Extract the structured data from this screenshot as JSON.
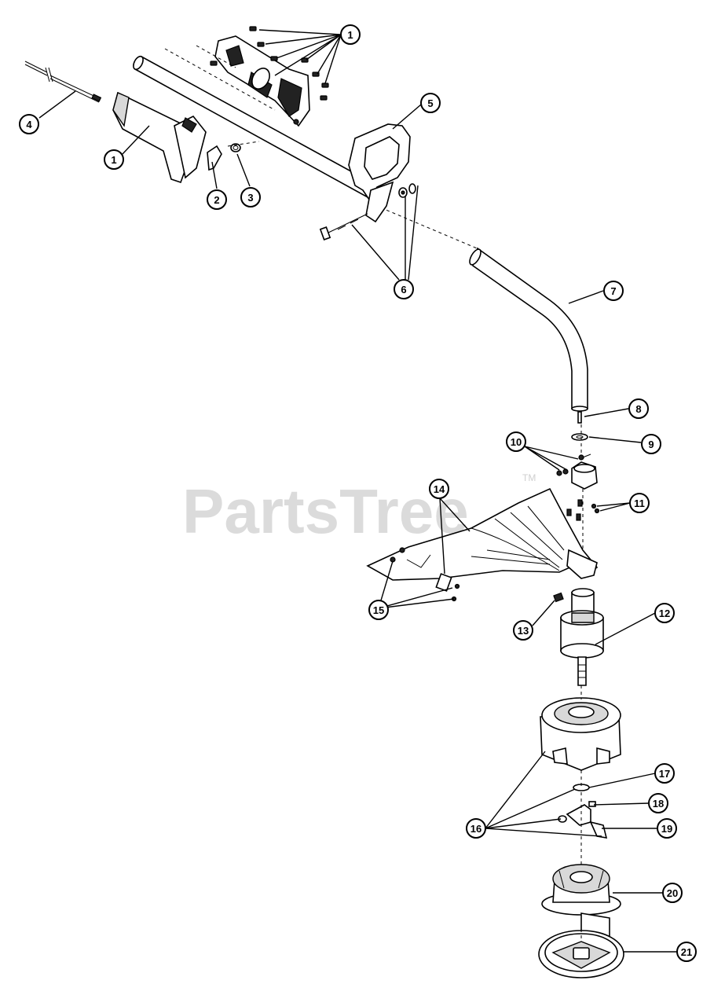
{
  "watermark": {
    "brand": "PartsTree",
    "trademark": "TM"
  },
  "callouts": [
    {
      "id": "c1a",
      "label": "1"
    },
    {
      "id": "c1b",
      "label": "1"
    },
    {
      "id": "c2",
      "label": "2"
    },
    {
      "id": "c3",
      "label": "3"
    },
    {
      "id": "c4",
      "label": "4"
    },
    {
      "id": "c5",
      "label": "5"
    },
    {
      "id": "c6",
      "label": "6"
    },
    {
      "id": "c7",
      "label": "7"
    },
    {
      "id": "c8",
      "label": "8"
    },
    {
      "id": "c9",
      "label": "9"
    },
    {
      "id": "c10",
      "label": "10"
    },
    {
      "id": "c11",
      "label": "11"
    },
    {
      "id": "c12",
      "label": "12"
    },
    {
      "id": "c13",
      "label": "13"
    },
    {
      "id": "c14",
      "label": "14"
    },
    {
      "id": "c15",
      "label": "15"
    },
    {
      "id": "c16",
      "label": "16"
    },
    {
      "id": "c17",
      "label": "17"
    },
    {
      "id": "c18",
      "label": "18"
    },
    {
      "id": "c19",
      "label": "19"
    },
    {
      "id": "c20",
      "label": "20"
    },
    {
      "id": "c21",
      "label": "21"
    }
  ]
}
